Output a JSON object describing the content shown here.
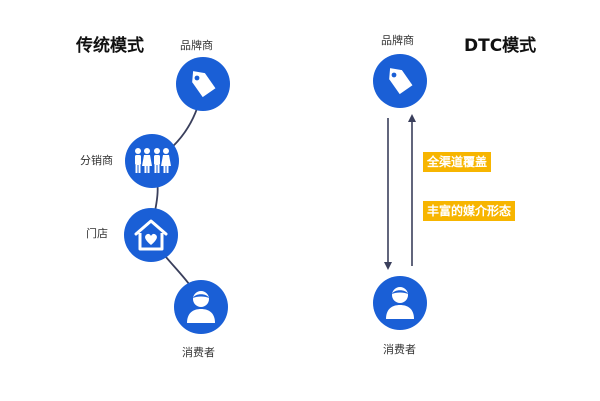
{
  "traditional": {
    "title": "传统模式",
    "nodes": {
      "brand": "品牌商",
      "distributor": "分销商",
      "store": "门店",
      "consumer": "消费者"
    }
  },
  "dtc": {
    "title": "DTC模式",
    "nodes": {
      "brand": "品牌商",
      "consumer": "消费者"
    },
    "tags": [
      "全渠道覆盖",
      "丰富的媒介形态"
    ]
  },
  "colors": {
    "node": "#1a5fd6",
    "tag": "#f7b500",
    "line": "#3a3f5c"
  },
  "icons": {
    "brand": "price-tag-icon",
    "distributor": "people-group-icon",
    "store": "house-heart-icon",
    "consumer": "person-icon"
  }
}
